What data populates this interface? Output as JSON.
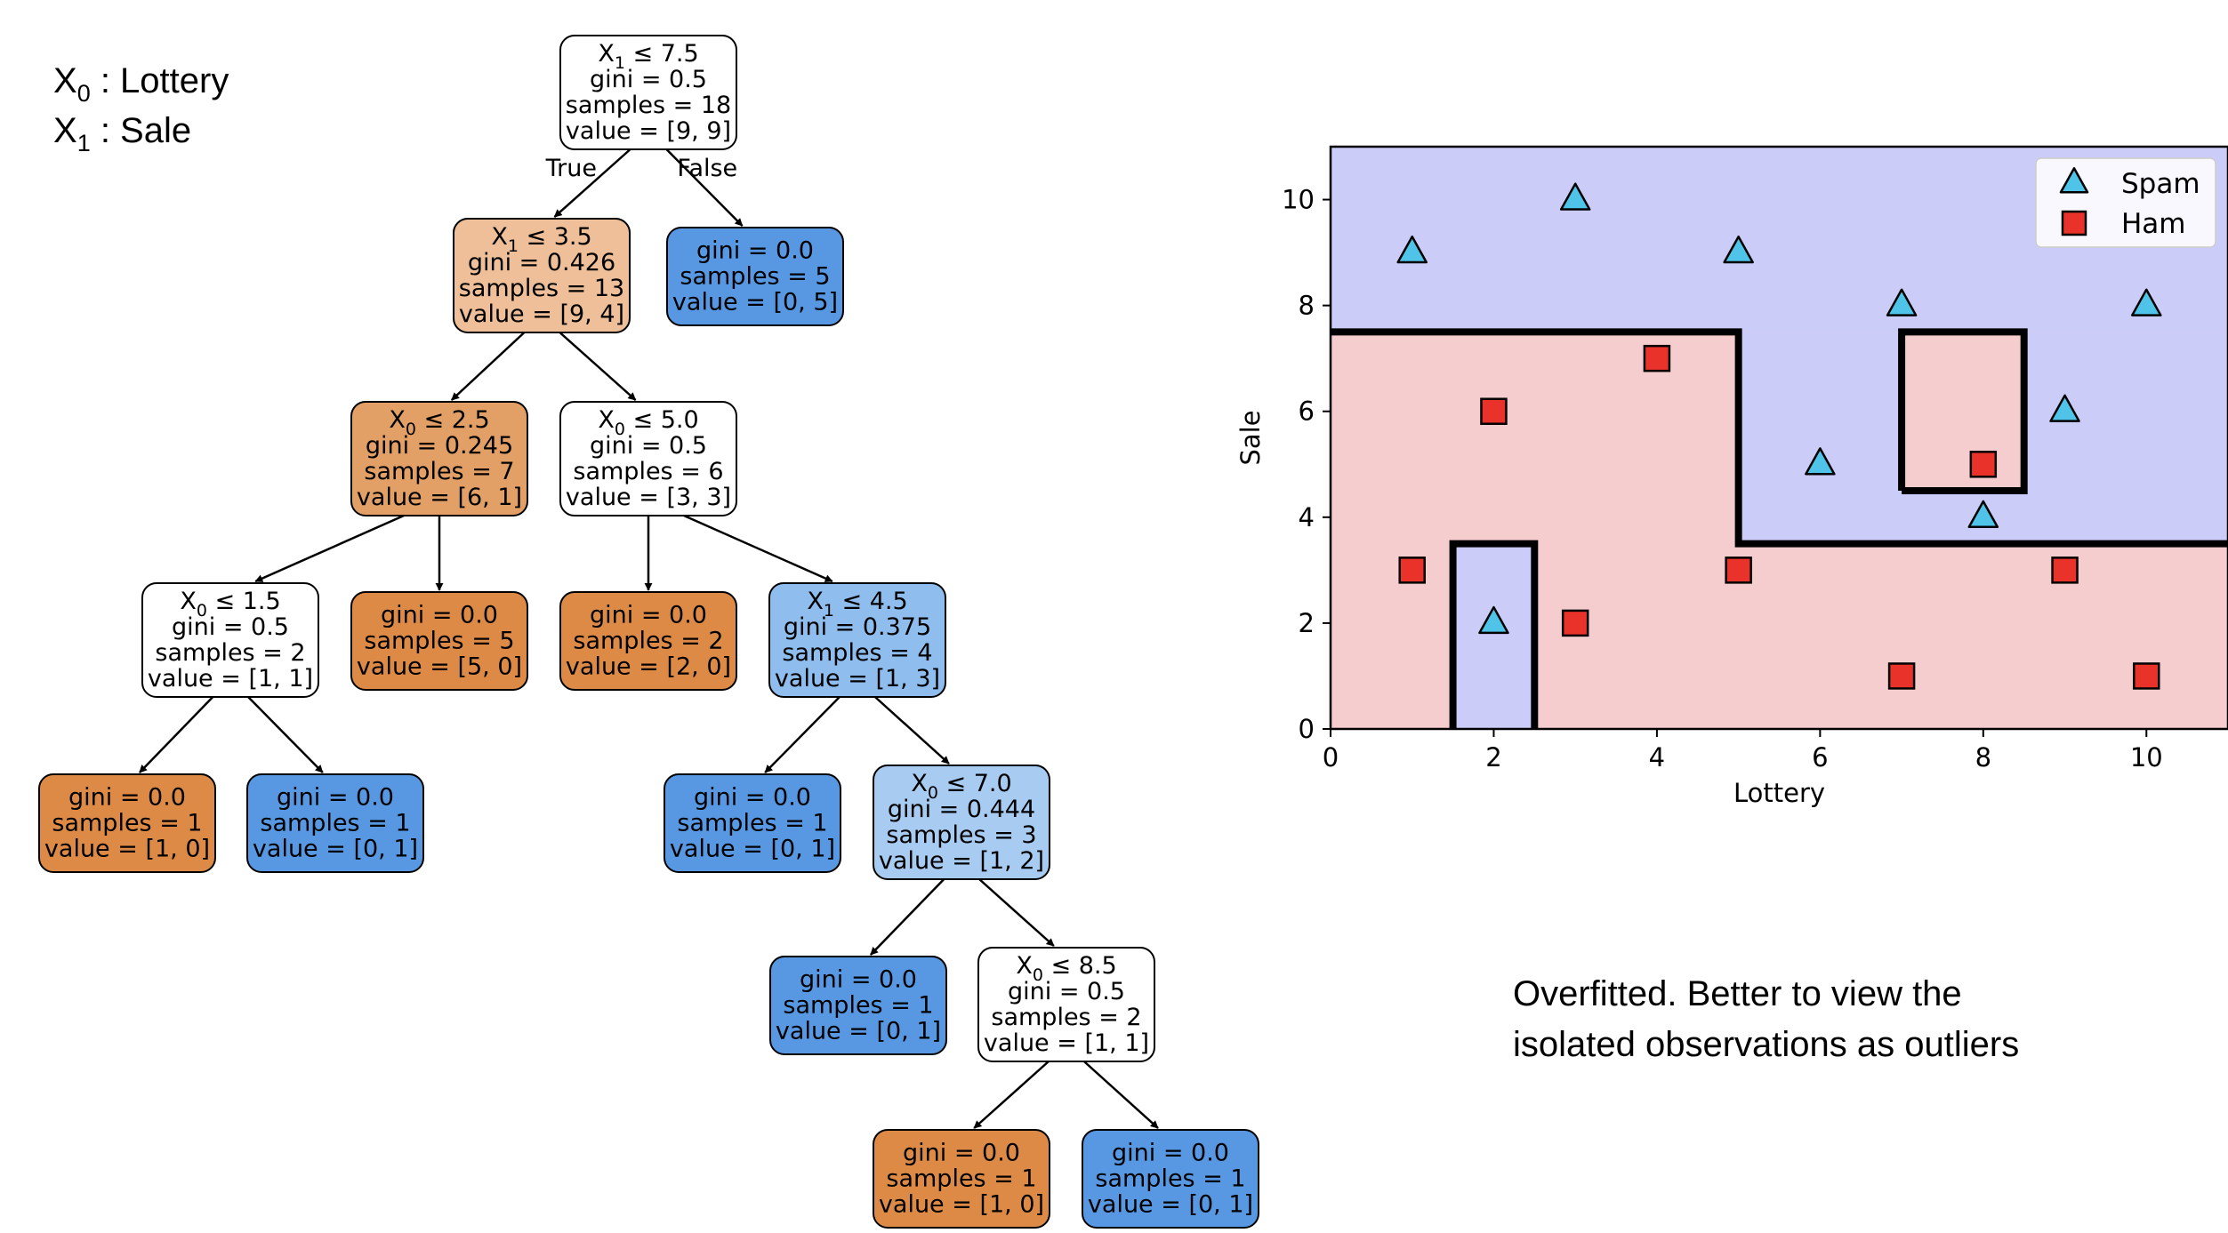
{
  "legend_vars": [
    {
      "sym": "X",
      "sub": "0",
      "rest": " : Lottery"
    },
    {
      "sym": "X",
      "sub": "1",
      "rest": " : Sale"
    }
  ],
  "tree": {
    "nodes": [
      {
        "id": "n0",
        "fill": "#ffffff",
        "lines": [
          {
            "t": "X",
            "sub": "1",
            "rest": " ≤ 7.5"
          },
          {
            "t": "gini = 0.5"
          },
          {
            "t": "samples = 18"
          },
          {
            "t": "value = [9, 9]"
          }
        ]
      },
      {
        "id": "n1",
        "fill": "#eebf98",
        "lines": [
          {
            "t": "X",
            "sub": "1",
            "rest": " ≤ 3.5"
          },
          {
            "t": "gini = 0.426"
          },
          {
            "t": "samples = 13"
          },
          {
            "t": "value = [9, 4]"
          }
        ]
      },
      {
        "id": "n2",
        "fill": "#5898e3",
        "lines": [
          {
            "t": "gini = 0.0"
          },
          {
            "t": "samples = 5"
          },
          {
            "t": "value = [0, 5]"
          }
        ]
      },
      {
        "id": "n3",
        "fill": "#e29f66",
        "lines": [
          {
            "t": "X",
            "sub": "0",
            "rest": " ≤ 2.5"
          },
          {
            "t": "gini = 0.245"
          },
          {
            "t": "samples = 7"
          },
          {
            "t": "value = [6, 1]"
          }
        ]
      },
      {
        "id": "n4",
        "fill": "#ffffff",
        "lines": [
          {
            "t": "X",
            "sub": "0",
            "rest": " ≤ 5.0"
          },
          {
            "t": "gini = 0.5"
          },
          {
            "t": "samples = 6"
          },
          {
            "t": "value = [3, 3]"
          }
        ]
      },
      {
        "id": "n5",
        "fill": "#ffffff",
        "lines": [
          {
            "t": "X",
            "sub": "0",
            "rest": " ≤ 1.5"
          },
          {
            "t": "gini = 0.5"
          },
          {
            "t": "samples = 2"
          },
          {
            "t": "value = [1, 1]"
          }
        ]
      },
      {
        "id": "n6",
        "fill": "#dd8a47",
        "lines": [
          {
            "t": "gini = 0.0"
          },
          {
            "t": "samples = 5"
          },
          {
            "t": "value = [5, 0]"
          }
        ]
      },
      {
        "id": "n7",
        "fill": "#dd8a47",
        "lines": [
          {
            "t": "gini = 0.0"
          },
          {
            "t": "samples = 2"
          },
          {
            "t": "value = [2, 0]"
          }
        ]
      },
      {
        "id": "n8",
        "fill": "#8fbdee",
        "lines": [
          {
            "t": "X",
            "sub": "1",
            "rest": " ≤ 4.5"
          },
          {
            "t": "gini = 0.375"
          },
          {
            "t": "samples = 4"
          },
          {
            "t": "value = [1, 3]"
          }
        ]
      },
      {
        "id": "n9",
        "fill": "#dd8a47",
        "lines": [
          {
            "t": "gini = 0.0"
          },
          {
            "t": "samples = 1"
          },
          {
            "t": "value = [1, 0]"
          }
        ]
      },
      {
        "id": "n10",
        "fill": "#5898e3",
        "lines": [
          {
            "t": "gini = 0.0"
          },
          {
            "t": "samples = 1"
          },
          {
            "t": "value = [0, 1]"
          }
        ]
      },
      {
        "id": "n11",
        "fill": "#5898e3",
        "lines": [
          {
            "t": "gini = 0.0"
          },
          {
            "t": "samples = 1"
          },
          {
            "t": "value = [0, 1]"
          }
        ]
      },
      {
        "id": "n12",
        "fill": "#a8cbf2",
        "lines": [
          {
            "t": "X",
            "sub": "0",
            "rest": " ≤ 7.0"
          },
          {
            "t": "gini = 0.444"
          },
          {
            "t": "samples = 3"
          },
          {
            "t": "value = [1, 2]"
          }
        ]
      },
      {
        "id": "n13",
        "fill": "#5898e3",
        "lines": [
          {
            "t": "gini = 0.0"
          },
          {
            "t": "samples = 1"
          },
          {
            "t": "value = [0, 1]"
          }
        ]
      },
      {
        "id": "n14",
        "fill": "#ffffff",
        "lines": [
          {
            "t": "X",
            "sub": "0",
            "rest": " ≤ 8.5"
          },
          {
            "t": "gini = 0.5"
          },
          {
            "t": "samples = 2"
          },
          {
            "t": "value = [1, 1]"
          }
        ]
      },
      {
        "id": "n15",
        "fill": "#dd8a47",
        "lines": [
          {
            "t": "gini = 0.0"
          },
          {
            "t": "samples = 1"
          },
          {
            "t": "value = [1, 0]"
          }
        ]
      },
      {
        "id": "n16",
        "fill": "#5898e3",
        "lines": [
          {
            "t": "gini = 0.0"
          },
          {
            "t": "samples = 1"
          },
          {
            "t": "value = [0, 1]"
          }
        ]
      }
    ],
    "edges": [
      {
        "from": "n0",
        "to": "n1",
        "label": "True"
      },
      {
        "from": "n0",
        "to": "n2",
        "label": "False"
      },
      {
        "from": "n1",
        "to": "n3"
      },
      {
        "from": "n1",
        "to": "n4"
      },
      {
        "from": "n3",
        "to": "n5"
      },
      {
        "from": "n3",
        "to": "n6"
      },
      {
        "from": "n4",
        "to": "n7"
      },
      {
        "from": "n4",
        "to": "n8"
      },
      {
        "from": "n5",
        "to": "n9"
      },
      {
        "from": "n5",
        "to": "n10"
      },
      {
        "from": "n8",
        "to": "n11"
      },
      {
        "from": "n8",
        "to": "n12"
      },
      {
        "from": "n12",
        "to": "n13"
      },
      {
        "from": "n12",
        "to": "n14"
      },
      {
        "from": "n14",
        "to": "n15"
      },
      {
        "from": "n14",
        "to": "n16"
      }
    ]
  },
  "chart_data": {
    "type": "scatter",
    "xlabel": "Lottery",
    "ylabel": "Sale",
    "xlim": [
      0,
      11
    ],
    "ylim": [
      0,
      11
    ],
    "xticks": [
      0,
      2,
      4,
      6,
      8,
      10
    ],
    "yticks": [
      0,
      2,
      4,
      6,
      8,
      10
    ],
    "legend_position": "top-right",
    "region_colors": {
      "spam": "#ccccf8",
      "ham": "#f6cdcf"
    },
    "spam_regions": [
      {
        "x": [
          0,
          11
        ],
        "y": [
          7.5,
          11
        ]
      },
      {
        "x": [
          5,
          11
        ],
        "y": [
          3.5,
          7.5
        ]
      },
      {
        "x": [
          1.5,
          2.5
        ],
        "y": [
          0,
          3.5
        ]
      }
    ],
    "ham_islands": [
      {
        "x": [
          7,
          8.5
        ],
        "y": [
          4.5,
          7.5
        ]
      }
    ],
    "boundary_paths": [
      [
        [
          0,
          7.5
        ],
        [
          5,
          7.5
        ],
        [
          5,
          3.5
        ],
        [
          11,
          3.5
        ]
      ],
      [
        [
          1.5,
          0
        ],
        [
          1.5,
          3.5
        ],
        [
          2.5,
          3.5
        ],
        [
          2.5,
          0
        ]
      ],
      [
        [
          7,
          4.5
        ],
        [
          7,
          7.5
        ],
        [
          8.5,
          7.5
        ],
        [
          8.5,
          4.5
        ],
        [
          7,
          4.5
        ]
      ]
    ],
    "series": [
      {
        "name": "Spam",
        "marker": "triangle",
        "color": "#4fc3e8",
        "points": [
          [
            1,
            9
          ],
          [
            3,
            10
          ],
          [
            5,
            9
          ],
          [
            7,
            8
          ],
          [
            10,
            8
          ],
          [
            9,
            6
          ],
          [
            6,
            5
          ],
          [
            8,
            4
          ],
          [
            2,
            2
          ]
        ]
      },
      {
        "name": "Ham",
        "marker": "square",
        "color": "#e8322a",
        "points": [
          [
            4,
            7
          ],
          [
            2,
            6
          ],
          [
            8,
            5
          ],
          [
            1,
            3
          ],
          [
            5,
            3
          ],
          [
            9,
            3
          ],
          [
            3,
            2
          ],
          [
            7,
            1
          ],
          [
            10,
            1
          ]
        ]
      }
    ]
  },
  "note": {
    "line1": "Overfitted.  Better to view the",
    "line2": "isolated observations as outliers"
  }
}
